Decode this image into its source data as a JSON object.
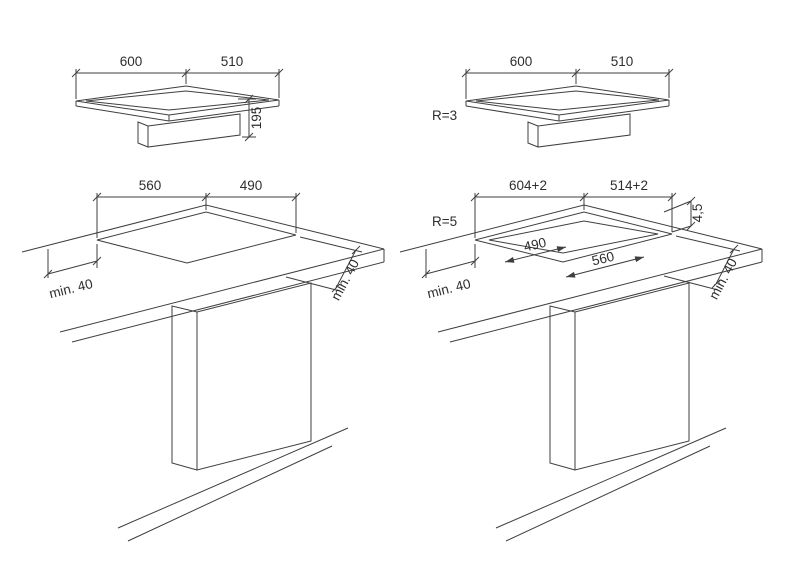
{
  "figures": {
    "top_left": {
      "width": "600",
      "depth": "510",
      "height": "195"
    },
    "top_right": {
      "width": "600",
      "depth": "510",
      "radius": "R=3"
    },
    "bottom_left": {
      "width": "560",
      "depth": "490",
      "min_left": "min. 40",
      "min_right": "min. 40"
    },
    "bottom_right": {
      "width": "604+2",
      "depth": "514+2",
      "radius": "R=5",
      "step_height": "4,5",
      "inner_width": "490",
      "inner_depth": "560",
      "min_left": "min. 40",
      "min_right": "min. 40"
    }
  },
  "colors": {
    "line": "#3f3f3f",
    "text": "#2e2e2e",
    "background": "#ffffff"
  }
}
